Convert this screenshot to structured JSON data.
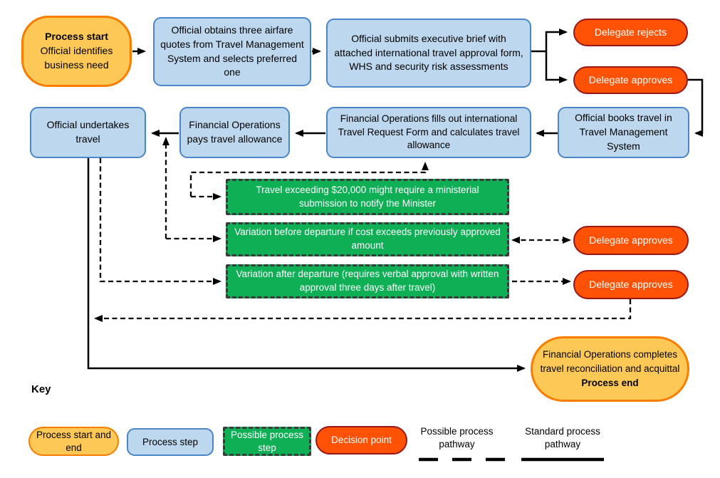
{
  "colors": {
    "start_end_fill": "#FEC857",
    "start_end_border": "#F97D00",
    "step_fill": "#BDD7EE",
    "step_border": "#4A86C8",
    "possible_fill": "#0FAF55",
    "possible_border": "#3A3A3A",
    "decision_fill": "#FF5204",
    "decision_border": "#9B1616",
    "connector": "#000000"
  },
  "nodes": {
    "start": {
      "title": "Process start",
      "text": "Official identifies business need"
    },
    "obtain_quotes": {
      "text": "Official obtains three airfare quotes from Travel Management System and selects preferred one"
    },
    "submit_brief": {
      "text": "Official submits executive brief with attached international travel approval form, WHS and security risk assessments"
    },
    "delegate_rejects": {
      "text": "Delegate rejects"
    },
    "delegate_approves_top": {
      "text": "Delegate approves"
    },
    "books_travel": {
      "text": "Official books travel in Travel Management System"
    },
    "fills_form": {
      "text": "Financial Operations fills out international Travel Request Form and calculates travel allowance"
    },
    "pays_allowance": {
      "text": "Financial Operations pays travel allowance"
    },
    "undertakes_travel": {
      "text": "Official undertakes travel"
    },
    "travel_exceeding": {
      "text": "Travel exceeding $20,000 might require a ministerial submission to notify the Minister"
    },
    "variation_before": {
      "text": "Variation before departure if cost exceeds previously approved amount"
    },
    "variation_after": {
      "text": "Variation after departure (requires verbal approval with written approval three days after travel)"
    },
    "delegate_approves_mid": {
      "text": "Delegate approves"
    },
    "delegate_approves_low": {
      "text": "Delegate approves"
    },
    "end": {
      "text": "Financial Operations completes travel reconciliation and acquittal",
      "title": "Process end"
    }
  },
  "legend": {
    "heading": "Key",
    "items": {
      "start_end": "Process start and end",
      "process_step": "Process step",
      "possible_step": "Possible process step",
      "decision_point": "Decision point",
      "possible_pathway": "Possible process pathway",
      "standard_pathway": "Standard process pathway"
    }
  }
}
